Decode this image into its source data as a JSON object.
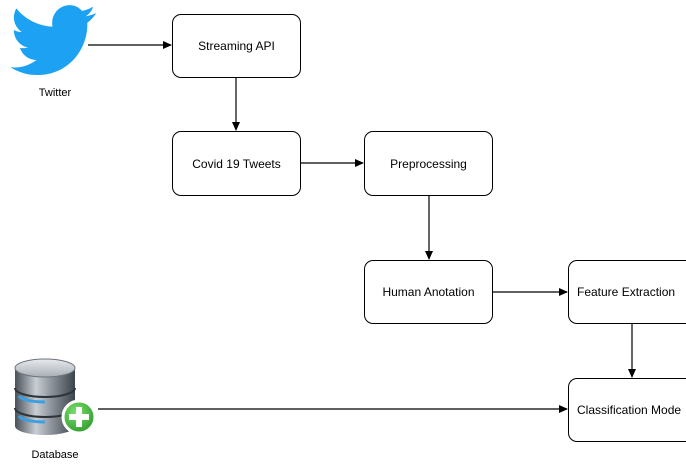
{
  "diagram": {
    "nodes": {
      "streaming_api": "Streaming API",
      "covid_tweets": "Covid 19 Tweets",
      "preprocessing": "Preprocessing",
      "human_annotation": "Human Anotation",
      "feature_extraction": "Feature Extraction",
      "classification_model": "Classification Mode"
    },
    "sources": {
      "twitter": {
        "label": "Twitter",
        "icon": "twitter-bird-icon",
        "color": "#1DA1F2"
      },
      "database": {
        "label": "Database",
        "icon": "database-add-icon",
        "color": "#9aa3ad",
        "badge_color": "#3cb043"
      }
    },
    "edges": [
      {
        "from": "twitter",
        "to": "streaming_api"
      },
      {
        "from": "streaming_api",
        "to": "covid_tweets"
      },
      {
        "from": "covid_tweets",
        "to": "preprocessing"
      },
      {
        "from": "preprocessing",
        "to": "human_annotation"
      },
      {
        "from": "human_annotation",
        "to": "feature_extraction"
      },
      {
        "from": "feature_extraction",
        "to": "classification_model"
      },
      {
        "from": "database",
        "to": "classification_model"
      }
    ]
  }
}
